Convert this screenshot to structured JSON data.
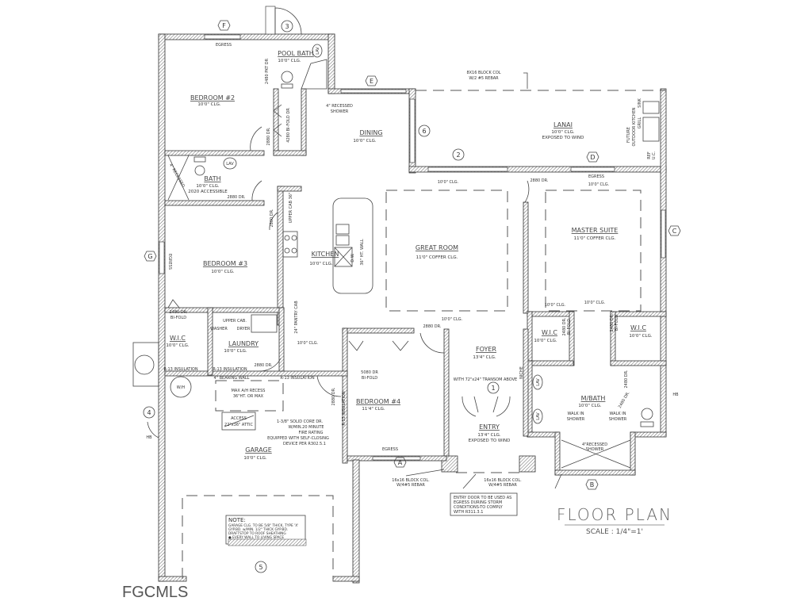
{
  "rooms": {
    "pool_bath": {
      "name": "POOL BATH",
      "ceiling": "10'0\" CLG."
    },
    "bedroom2": {
      "name": "BEDROOM #2",
      "ceiling": "10'0\" CLG."
    },
    "dining": {
      "name": "DINING",
      "ceiling": "10'0\" CLG."
    },
    "lanai": {
      "name": "LANAI",
      "ceiling": "10'0\" CLG.",
      "note": "EXPOSED TO WIND"
    },
    "bath": {
      "name": "BATH",
      "ceiling": "10'0\" CLG.",
      "note": "2020 ACCESSIBLE"
    },
    "bedroom3": {
      "name": "BEDROOM #3",
      "ceiling": "10'0\" CLG."
    },
    "kitchen": {
      "name": "KITCHEN",
      "ceiling": "10'0\" CLG."
    },
    "great_room": {
      "name": "GREAT ROOM",
      "ceiling": "11'0\" COFFER CLG."
    },
    "master_suite": {
      "name": "MASTER SUITE",
      "ceiling": "11'0\" COFFER CLG."
    },
    "wic": {
      "name": "W.I.C",
      "ceiling": "10'0\" CLG."
    },
    "laundry": {
      "name": "LAUNDRY",
      "ceiling": "10'0\" CLG."
    },
    "foyer": {
      "name": "FOYER",
      "ceiling": "13'4\" CLG."
    },
    "bedroom4": {
      "name": "BEDROOM #4",
      "ceiling": "11'4\" CLG."
    },
    "entry": {
      "name": "ENTRY",
      "ceiling": "13'4\" CLG.",
      "note": "EXPOSED TO WIND"
    },
    "master_wic_left": {
      "name": "W.I.C",
      "ceiling": "10'0\" CLG."
    },
    "master_wic_right": {
      "name": "W.I.C",
      "ceiling": "10'0\" CLG."
    },
    "mbath": {
      "name": "M/BATH",
      "ceiling": "10'0\" CLG."
    },
    "garage": {
      "name": "GARAGE",
      "ceiling": "10'0\" CLG."
    }
  },
  "labels": {
    "egress": "EGRESS",
    "clg10": "10'0\" CLG.",
    "recessed_shower": "4\" RECESSED",
    "shower": "SHOWER",
    "recessed_shower_joined": "4\"RECESSED",
    "block_col_8x16": "8X16 BLOCK COL",
    "rebar_2": "W/2 #5 REBAR",
    "future": "FUTURE",
    "outdoor_kitchen": "OUTDOOR KITCHEN",
    "grill": "GRILL",
    "sink": "SINK",
    "ref": "REF",
    "uc": "U.C.",
    "dr_2880": "2880 DR.",
    "dr_2480_pkt": "2480 PKT DR",
    "dr_4280_bifold": "4280 BI-FOLD DR",
    "dr_2480": "2480 DR.",
    "bifold": "BI-FOLD",
    "dr_5080": "5080 DR",
    "upper_cab_36": "UPPER CAB 36\"",
    "ht_wall": "36\" HT. WALL",
    "dw": "D.W.",
    "upper_cab": "UPPER CAB.",
    "washer": "WASHER",
    "dryer": "DRYER",
    "pantry": "24\" PANTRY CAB",
    "r13": "R-13 INSULATION",
    "bearing_wall": "4\" BEARING WALL",
    "niche": "NICHE",
    "transom": "WITH 72\"x24\" TRANSOM ABOVE",
    "walk_in": "WALK IN",
    "lav": "LAV",
    "wh": "W/H",
    "ah_recess_1": "MAX A/H RECESS",
    "ah_recess_2": "36\"HT. OR MAX",
    "access_1": "ACCESS",
    "access_2": "22\"x36\" ATTIC",
    "fire_door": [
      "1-3/8\" SOLID CORE DR.",
      "W/MIN.20 MINUTE",
      "FIRE RATING",
      "EQUIPPED WITH SELF-CLOSING",
      "DEVICE PER R302.5.1"
    ],
    "block_col_16": "16x16 BLOCK COL.",
    "rebar_4": "W/4#5 REBAR",
    "hb": "HB"
  },
  "notes": {
    "entry_note": [
      "ENTRY DOOR TO BE USED AS",
      "EGRESS DURING STORM",
      "CONDITIONS-TO COMPLY",
      "WITH R311.3.1"
    ],
    "garage_note": [
      "NOTE:",
      "GARAGE CLG. TO BE 5/8\" THICK, TYPE 'X'",
      "GYP.BD. w/MIN. 1/2\" THICK GYP.BD.",
      "DRAFTSTOP TO ROOF SHEATHING",
      "● EVERY WALL TO LIVING SPACE"
    ]
  },
  "markers": {
    "F": "F",
    "E": "E",
    "D": "D",
    "C": "C",
    "G": "G",
    "A": "A",
    "B": "B",
    "n1": "1",
    "n2": "2",
    "n3": "3",
    "n4": "4",
    "n5": "5",
    "n6": "6"
  },
  "title": "FLOOR PLAN",
  "scale": "SCALE : 1/4\"=1'",
  "watermark": "FGCMLS"
}
